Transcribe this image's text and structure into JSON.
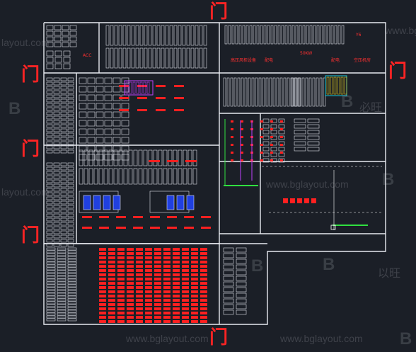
{
  "doors": [
    "门",
    "门",
    "门",
    "门",
    "门",
    "门"
  ],
  "room_labels": [
    "高压风柜设备",
    "配电",
    "ACC",
    "50KW",
    "配电",
    "空压机房",
    "Y6"
  ],
  "watermarks": {
    "site": "www.bglayout.com",
    "site_short": "layout.com",
    "brand_cn": "必旺",
    "brand_cn2": "以旺",
    "logo_mark": "B"
  }
}
